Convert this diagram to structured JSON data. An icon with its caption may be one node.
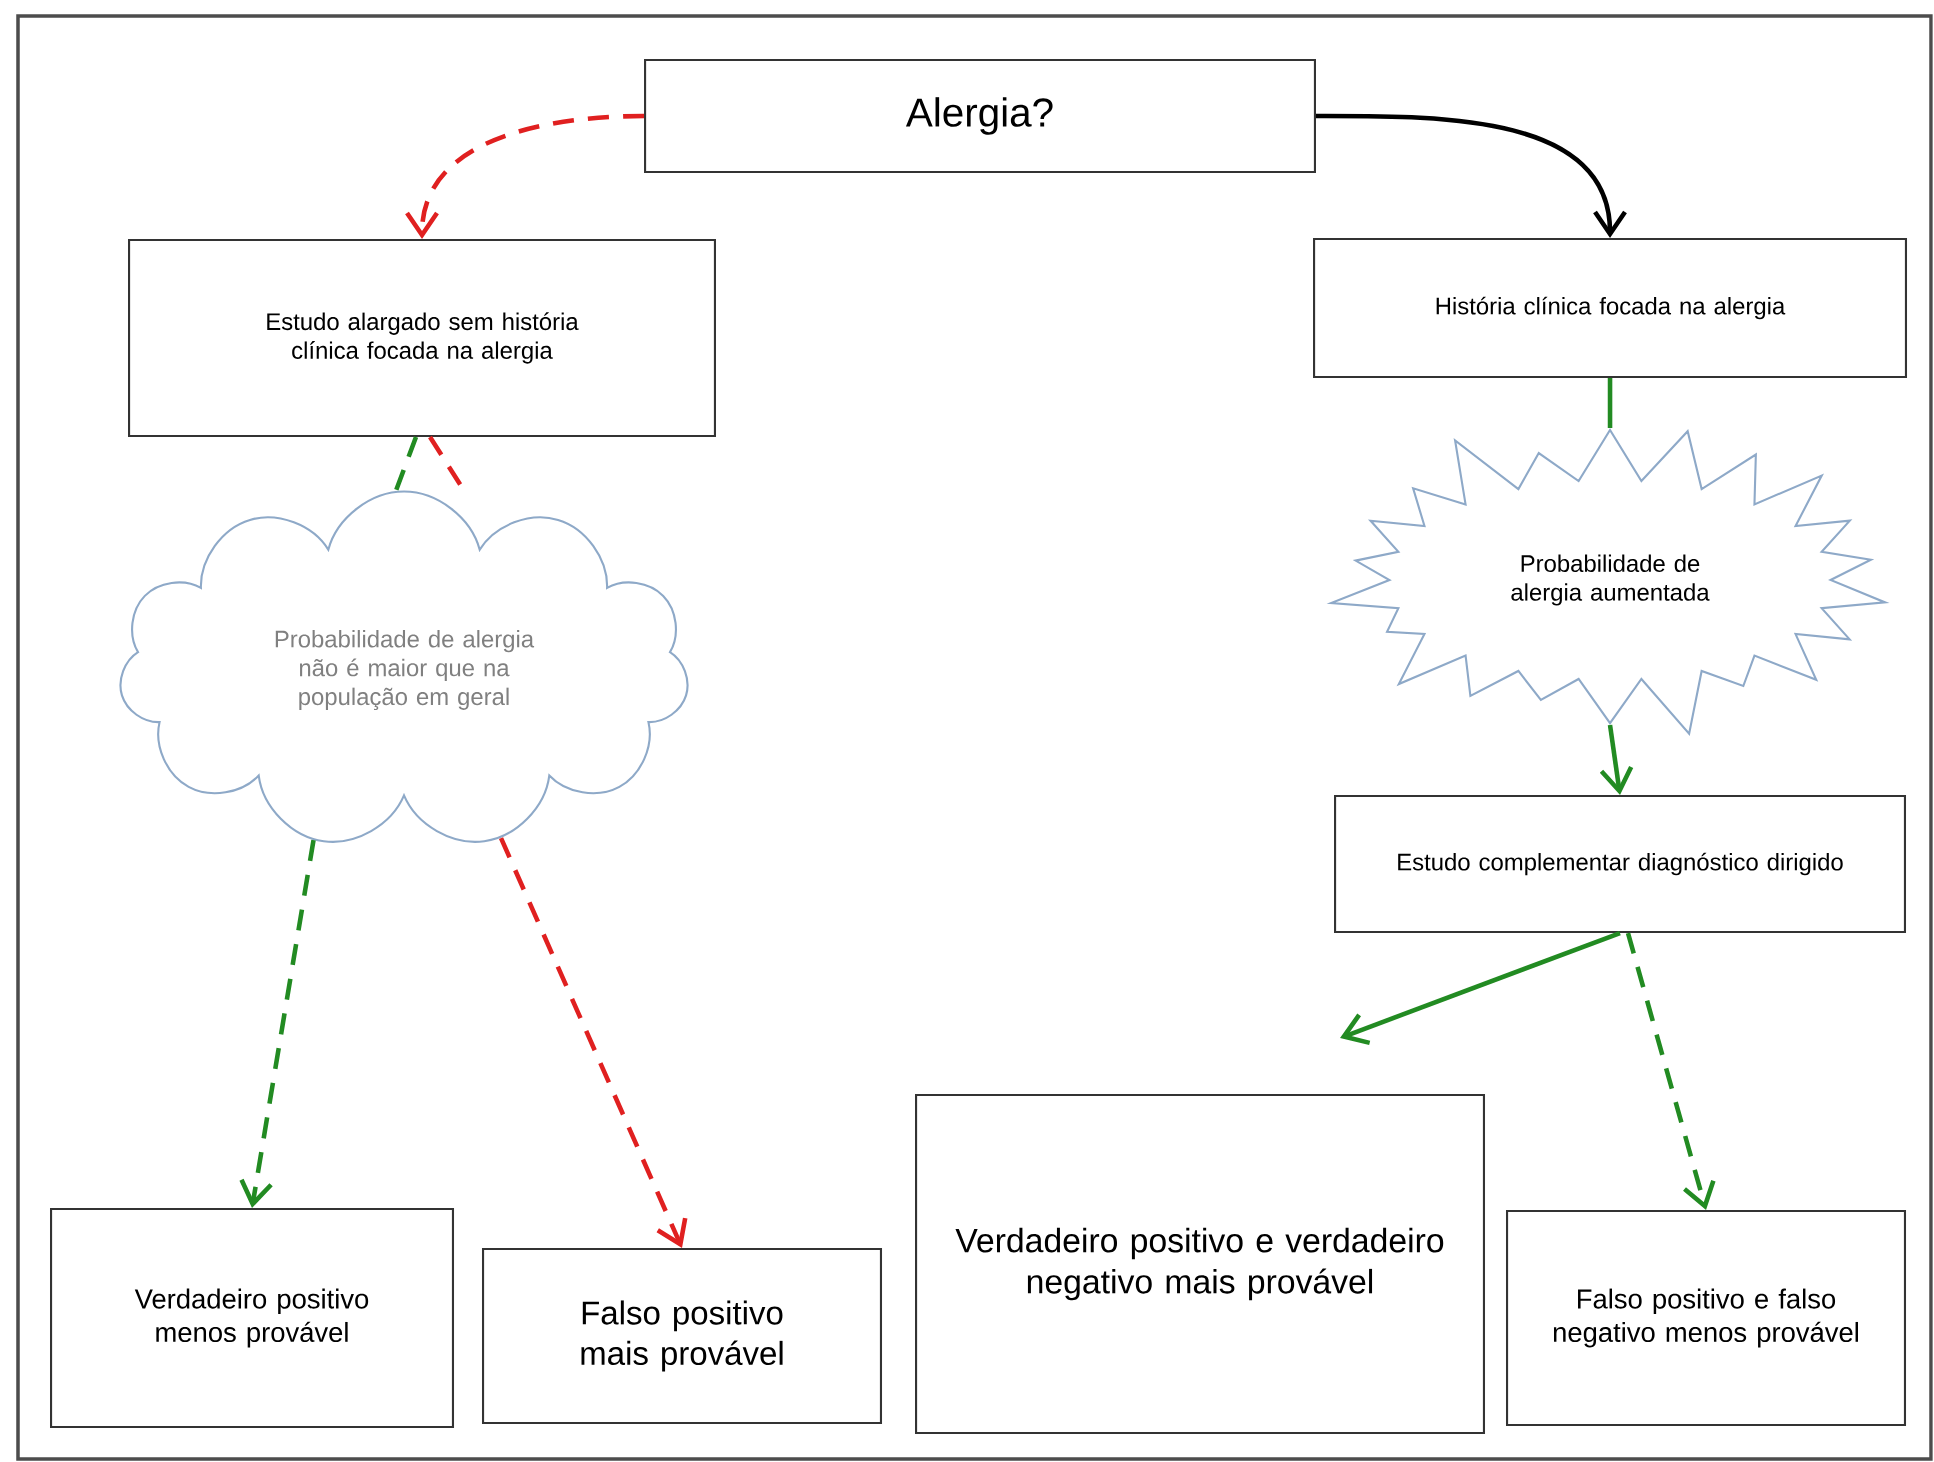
{
  "diagram": {
    "nodes": [
      {
        "text": [
          "Alergia?"
        ]
      },
      {
        "text": [
          "Estudo alargado sem história clínica focada na alergia"
        ]
      },
      {
        "text": [
          "História clínica focada na alergia"
        ]
      },
      {
        "text": [
          "Probabilidade de alergia não é maior que na população em geral"
        ]
      },
      {
        "text": [
          "Probabilidade de alergia aumentada"
        ]
      },
      {
        "text": [
          "Estudo complementar diagnóstico dirigido"
        ]
      },
      {
        "text": [
          "Verdadeiro positivo menos provável"
        ]
      },
      {
        "text": [
          "Falso positivo mais provável"
        ]
      },
      {
        "text": [
          "Verdadeiro positivo e verdadeiro negativo mais provável"
        ]
      },
      {
        "text": [
          "Falso positivo e falso negativo menos provável"
        ]
      }
    ],
    "edges": [
      {
        "from": 0,
        "to": 1,
        "arrow": "to",
        "style": "dashed",
        "color": "#e02020"
      },
      {
        "from": 0,
        "to": 2,
        "arrow": "to",
        "color": "#000000"
      },
      {
        "from": 1,
        "to": 3,
        "arrow": "none",
        "style": "dashed"
      },
      {
        "from": 1,
        "to": 3,
        "arrow": "none",
        "style": "dashed",
        "color": "#e02020"
      },
      {
        "from": 3,
        "to": 6,
        "arrow": "to",
        "style": "dashed"
      },
      {
        "from": 3,
        "to": 7,
        "arrow": "to",
        "style": "dashed",
        "color": "#e02020"
      },
      {
        "from": 2,
        "to": 4,
        "arrow": "none"
      },
      {
        "from": 4,
        "to": 5,
        "arrow": "to"
      },
      {
        "from": 5,
        "to": 8,
        "arrow": "to"
      },
      {
        "from": 5,
        "to": 9,
        "arrow": "to",
        "style": "dashed"
      }
    ]
  }
}
